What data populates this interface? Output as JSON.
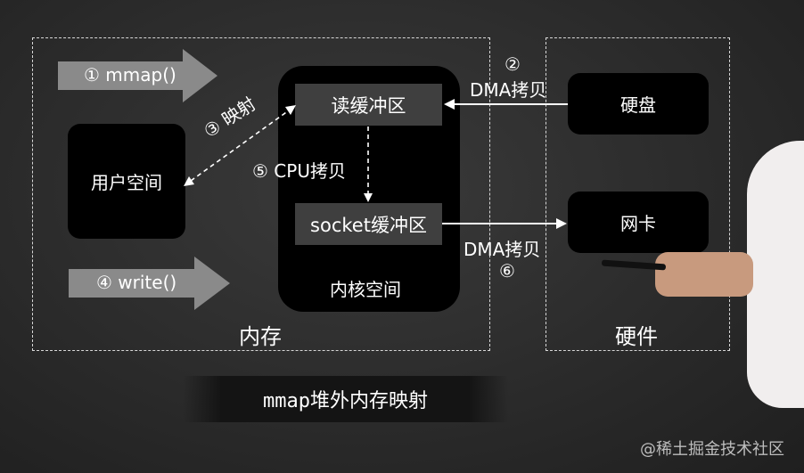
{
  "regions": {
    "memory_label": "内存",
    "hardware_label": "硬件"
  },
  "boxes": {
    "user_space": "用户空间",
    "kernel_space": "内核空间",
    "read_buffer": "读缓冲区",
    "socket_buffer": "socket缓冲区",
    "disk": "硬盘",
    "nic": "网卡"
  },
  "arrows": {
    "mmap": "① mmap()",
    "write": "④  write()",
    "mapping": "③ 映射",
    "cpu_copy": "⑤ CPU拷贝",
    "dma_copy_in_num": "②",
    "dma_copy_in": "DMA拷贝",
    "dma_copy_out": "DMA拷贝",
    "dma_copy_out_num": "⑥"
  },
  "caption": "mmap堆外内存映射",
  "watermark": "@稀土掘金技术社区",
  "colors": {
    "background": "#2b2b2b",
    "box_black": "#000000",
    "buffer_gray": "#3f3f3f",
    "arrow_gray": "#8a8a8a",
    "dashed_border": "#d8d8d8"
  }
}
